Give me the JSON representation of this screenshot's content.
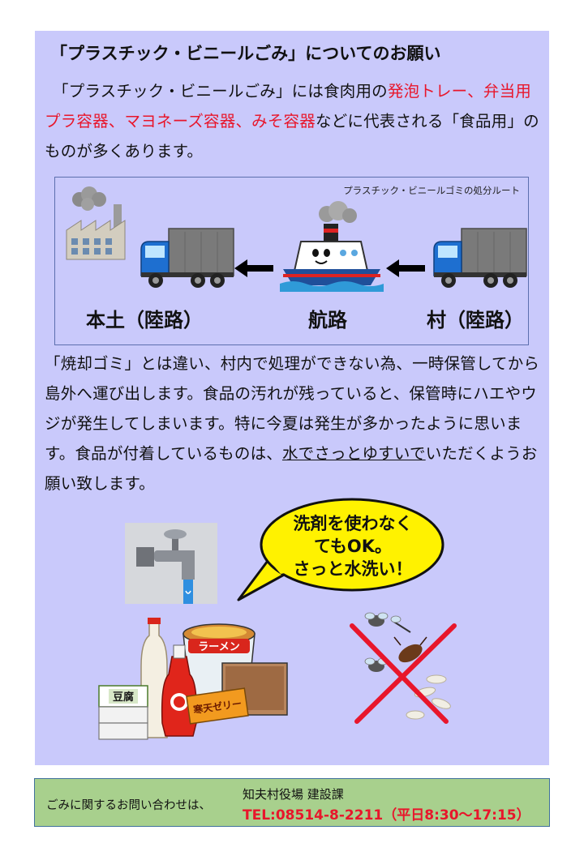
{
  "title": "「プラスチック・ビニールごみ」についてのお願い",
  "para1": {
    "lead": "「プラスチック・ビニールごみ」には食肉用の",
    "item1": "発泡トレー、",
    "item2": "弁当用プラ容器",
    "sep1": "、",
    "item3": "マヨネーズ容器",
    "sep2": "、",
    "item4": "みそ容器",
    "tail": "などに代表される「食品用」のものが多くあります。"
  },
  "route": {
    "caption": "プラスチック・ビニールゴミの処分ルート",
    "labels": [
      "本土（陸路）",
      "航路",
      "村（陸路）"
    ]
  },
  "para2": {
    "text": "「焼却ゴミ」とは違い、村内で処理ができない為、一時保管してから島外へ運び出します。食品の汚れが残っていると、保管時にハエやウジが発生してしまいます。特に今夏は発生が多かったように思います。食品が付着しているものは、",
    "underlined": "水でさっとゆすいで",
    "tail": "いただくようお願い致します。"
  },
  "bubble": {
    "line1": "洗剤を使わなく",
    "line2": "てもOK。",
    "line3": "さっと水洗い！"
  },
  "food_labels": {
    "ramen": "ラーメン",
    "tofu": "豆腐",
    "jelly": "寒天ゼリー"
  },
  "contact": {
    "lead": "ごみに関するお問い合わせは、",
    "office": "知夫村役場 建設課",
    "tel": "TEL:08514-8-2211（平日8:30〜17:15）"
  },
  "colors": {
    "panel": "#c9c9fb",
    "accent_red": "#e8162b",
    "contact_bg": "#a8d08d",
    "bubble_yellow": "#fff200"
  },
  "icons": [
    "factory-icon",
    "truck-icon",
    "arrow-left-icon",
    "ship-icon",
    "faucet-icon",
    "food-containers-icon",
    "no-insects-icon"
  ]
}
